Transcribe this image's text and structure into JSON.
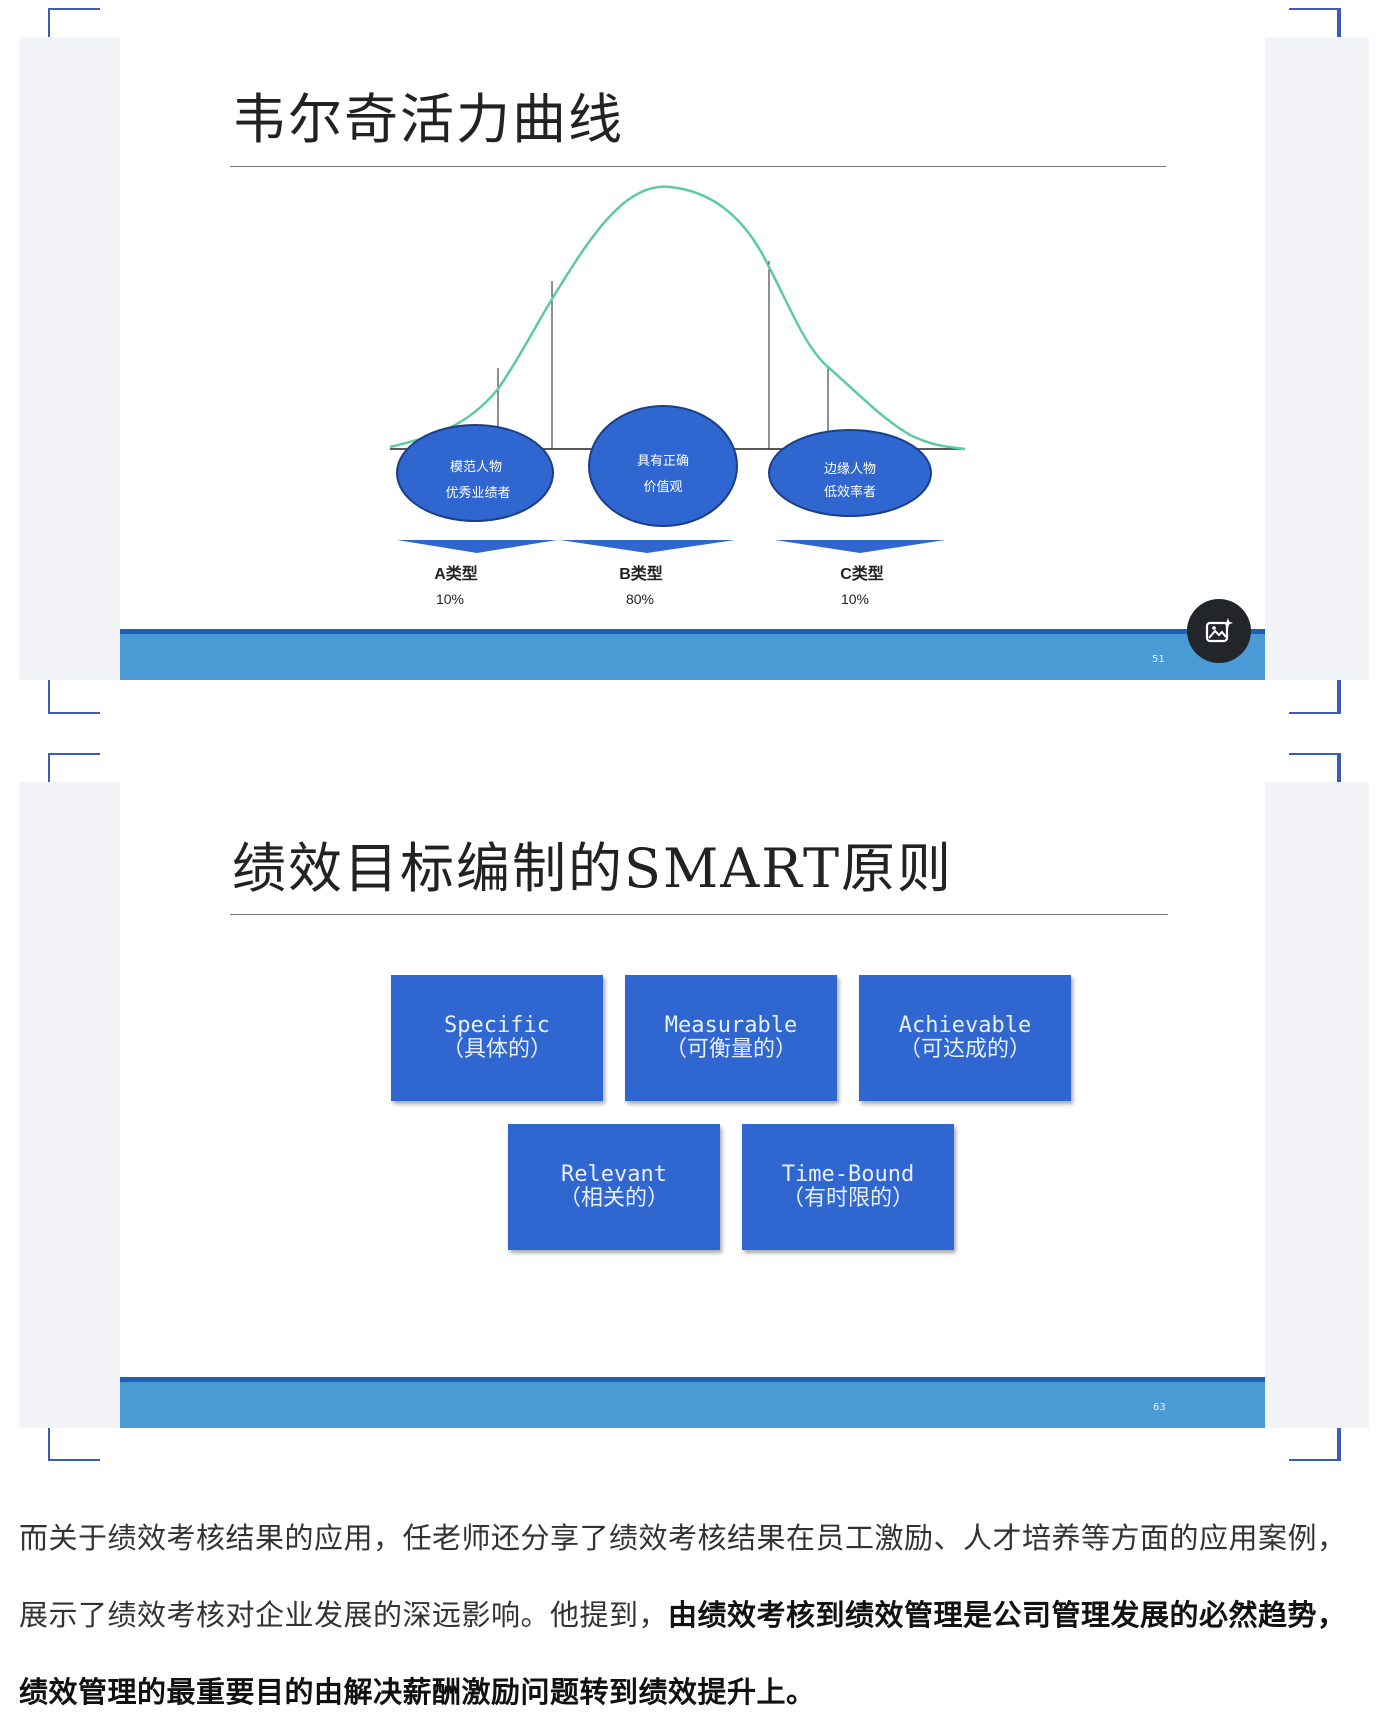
{
  "slide1": {
    "title": "韦尔奇活力曲线",
    "ellipses": [
      {
        "line1": "模范人物",
        "line2": "优秀业绩者"
      },
      {
        "line1": "具有正确",
        "line2": "价值观"
      },
      {
        "line1": "边缘人物",
        "line2": "低效率者"
      }
    ],
    "types": [
      {
        "name": "A类型",
        "pct": "10%"
      },
      {
        "name": "B类型",
        "pct": "80%"
      },
      {
        "name": "C类型",
        "pct": "10%"
      }
    ],
    "page_number": "51"
  },
  "slide2": {
    "title": "绩效目标编制的SMART原则",
    "boxes": [
      {
        "en": "Specific",
        "cn": "（具体的）"
      },
      {
        "en": "Measurable",
        "cn": "（可衡量的）"
      },
      {
        "en": "Achievable",
        "cn": "（可达成的）"
      },
      {
        "en": "Relevant",
        "cn": "（相关的）"
      },
      {
        "en": "Time-Bound",
        "cn": "（有时限的）"
      }
    ],
    "page_number": "63"
  },
  "paragraph": {
    "plain": "而关于绩效考核结果的应用，任老师还分享了绩效考核结果在员工激励、人才培养等方面的应用案例，展示了绩效考核对企业发展的深远影响。他提到，",
    "bold": "由绩效考核到绩效管理是公司管理发展的必然趋势，绩效管理的最重要目的由解决薪酬激励问题转到绩效提升上。"
  },
  "colors": {
    "accent_frame": "#3b5cb8",
    "curve": "#5cc9a7",
    "ellipse_fill": "#2f66cf",
    "box_fill": "#2f66cf",
    "footer": "#4a9ad6"
  },
  "icons": {
    "zoom": "image-enhance-icon"
  }
}
